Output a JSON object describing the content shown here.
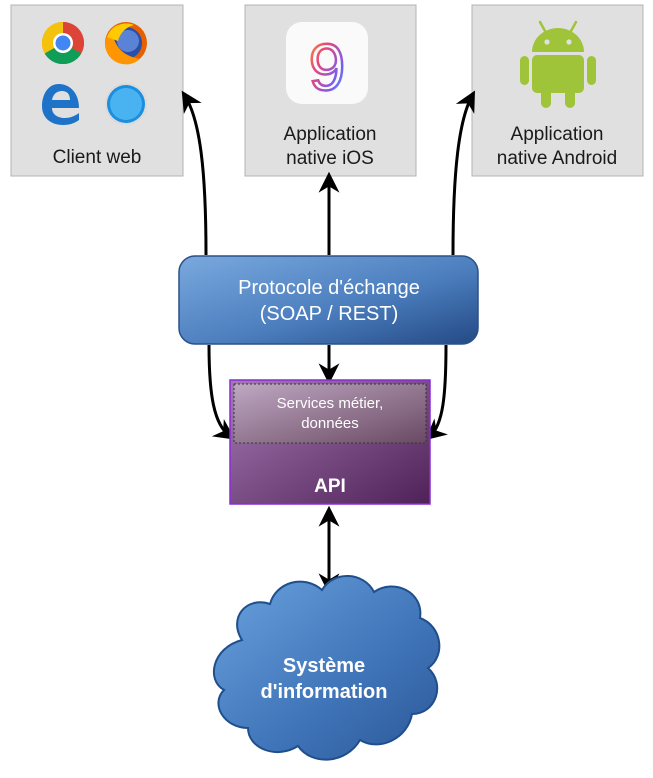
{
  "clients": {
    "web": {
      "label": "Client web",
      "icons": [
        "chrome-icon",
        "firefox-icon",
        "edge-icon",
        "safari-icon"
      ]
    },
    "ios": {
      "line1": "Application",
      "line2": "native iOS",
      "icon": "ios9-icon",
      "icon_glyph": "9"
    },
    "android": {
      "line1": "Application",
      "line2": "native Android",
      "icon": "android-robot-icon"
    }
  },
  "protocol": {
    "line1": "Protocole d'échange",
    "line2": "(SOAP / REST)"
  },
  "api": {
    "services_line1": "Services métier,",
    "services_line2": "données",
    "label": "API"
  },
  "information_system": {
    "line1": "Système",
    "line2": "d'information"
  },
  "colors": {
    "client_box_fill": "#e0e0e0",
    "client_box_stroke": "#b3b3b3",
    "protocol_light": "#6e9fd6",
    "protocol_dark": "#2b5189",
    "api_light": "#9a6ba8",
    "api_dark": "#5b2c66",
    "api_stroke": "#8a2bd6",
    "cloud_light": "#5b93d2",
    "cloud_dark": "#2f5e9e",
    "arrow": "#000000"
  }
}
